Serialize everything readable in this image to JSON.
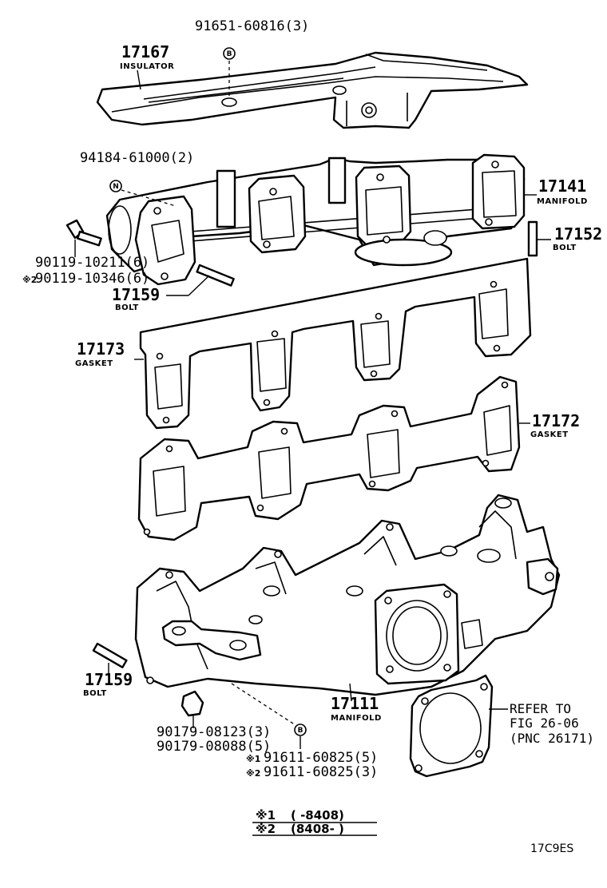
{
  "parts": {
    "insulator": {
      "number": "17167",
      "name": "INSULATOR"
    },
    "insulator_bolt": {
      "number": "91651-60816(3)"
    },
    "nut_94184": {
      "number": "94184-61000(2)"
    },
    "manifold_upper": {
      "number": "17141",
      "name": "MANIFOLD"
    },
    "bolt_17152": {
      "number": "17152",
      "name": "BOLT"
    },
    "bolt_90119_a": {
      "number": "90119-10211(6)"
    },
    "bolt_90119_b": {
      "mark": "※2",
      "number": "90119-10346(6)"
    },
    "bolt_17159_upper": {
      "number": "17159",
      "name": "BOLT"
    },
    "gasket_17173": {
      "number": "17173",
      "name": "GASKET"
    },
    "gasket_17172": {
      "number": "17172",
      "name": "GASKET"
    },
    "bolt_17159_lower": {
      "number": "17159",
      "name": "BOLT"
    },
    "manifold_lower": {
      "number": "17111",
      "name": "MANIFOLD"
    },
    "nut_90179_a": {
      "number": "90179-08123(3)"
    },
    "nut_90179_b": {
      "number": "90179-08088(5)"
    },
    "bolt_91611_a": {
      "mark": "※1",
      "number": "91611-60825(5)"
    },
    "bolt_91611_b": {
      "mark": "※2",
      "number": "91611-60825(3)"
    }
  },
  "symbols": {
    "bolt_marker": "B",
    "nut_marker": "N"
  },
  "reference": {
    "line1": "REFER TO",
    "line2": "FIG 26-06",
    "line3": "(PNC 26171)"
  },
  "legend": {
    "row1": {
      "mark": "※1",
      "range": "(      -8408)"
    },
    "row2": {
      "mark": "※2",
      "range": "(8408-        )"
    }
  },
  "figure_code": "17C9ES"
}
